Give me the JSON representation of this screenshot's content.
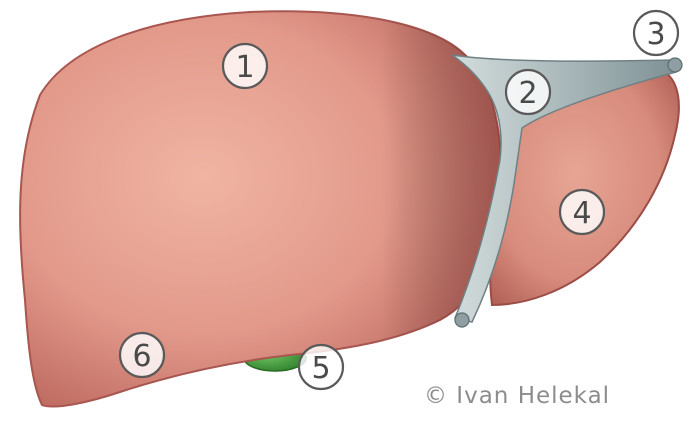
{
  "image": {
    "subject": "liver",
    "labels": [
      "1",
      "2",
      "3",
      "4",
      "5",
      "6"
    ],
    "copyright": "© Ivan Helekal"
  },
  "colors": {
    "background": "#ffffff",
    "organ_fill": "#e49a8a",
    "organ_shadow": "#b2584b",
    "ligament": "#b9c7c9",
    "gallbladder": "#3d9a3a",
    "label_ink": "#4a4a4a"
  }
}
